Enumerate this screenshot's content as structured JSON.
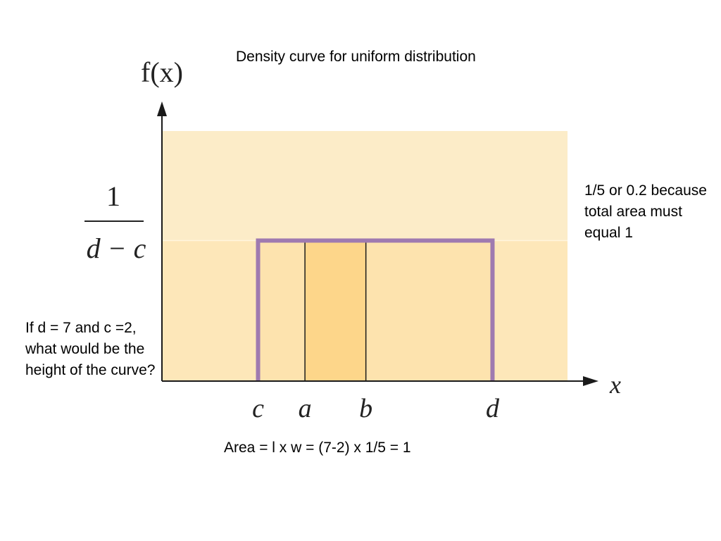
{
  "slide": {
    "title": "Density curve for uniform distribution",
    "note_right": "1/5 or 0.2 because total area must equal 1",
    "question": "If d = 7 and c =2, what would be the height of the curve?",
    "area_equation": "Area = l x w = (7-2) x 1/5 = 1"
  },
  "chart_data": {
    "type": "area",
    "ylabel": "f(x)",
    "xlabel": "x",
    "x_ticks": [
      "c",
      "a",
      "b",
      "d"
    ],
    "x_positions": [
      2,
      3,
      4.3,
      7
    ],
    "xlim": [
      -0.05,
      8.6
    ],
    "ylim": [
      0,
      0.356
    ],
    "y_tick": {
      "value": 0.2,
      "numerator": "1",
      "denominator": "d − c"
    },
    "density": {
      "x_start": 2,
      "x_end": 7,
      "height": 0.2
    },
    "shaded_interval": {
      "from": 3,
      "to": 4.3
    },
    "colors": {
      "plot_background": "#fde7b9",
      "plot_background_top": "#fcecc8",
      "density_fill": "#fde3ae",
      "shaded_fill": "#fdd68a",
      "density_line": "#9f7ab0",
      "axis": "#1a1a1a"
    }
  }
}
